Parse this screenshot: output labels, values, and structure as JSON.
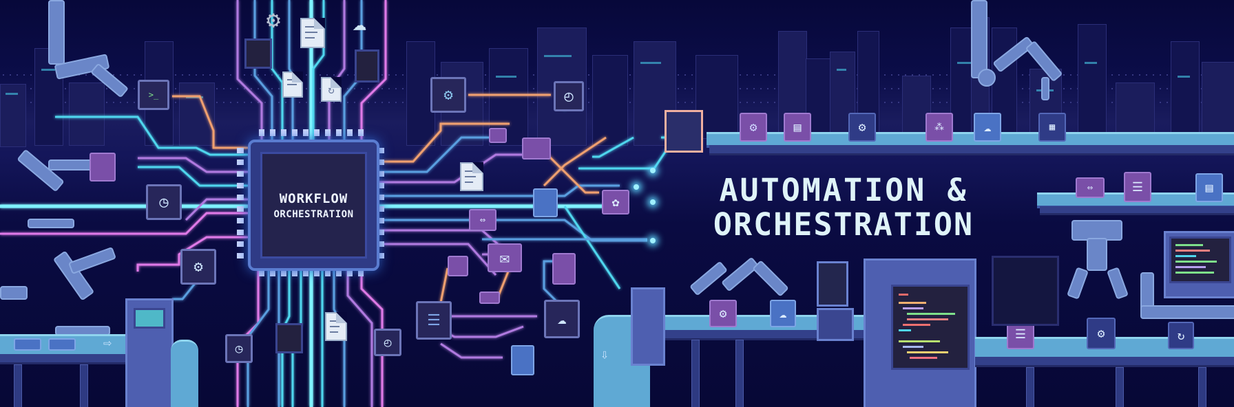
{
  "scene": {
    "title": "Automation & Orchestration pixel-art banner",
    "background_color": "#07083a",
    "palette": {
      "cyan_trace": "#4fd6ee",
      "blue_trace": "#5a9fe0",
      "purple_trace": "#b07ae0",
      "pink_trace": "#e07ae8",
      "orange_trace": "#f0a070",
      "text": "#dff3f8"
    }
  },
  "chip": {
    "line1": "WORKFLOW",
    "line2": "ORCHESTRATION"
  },
  "headline": {
    "line1": "AUTOMATION &",
    "line2": "ORCHESTRATION"
  },
  "icons": {
    "top_cluster": [
      "gear-icon",
      "document-icon",
      "cloud-icon",
      "code-window-icon",
      "document-icon",
      "sync-document-icon",
      "code-document-icon"
    ],
    "left_side": [
      "code-window-icon",
      "timer-icon",
      "gears-icon",
      "clock-icon"
    ],
    "right_network": [
      "gear-icon",
      "clock-icon",
      "folder-icon",
      "document-icon",
      "folder-icon",
      "document-icon",
      "link-icon",
      "mail-icon",
      "document-icon",
      "database-icon",
      "cloud-icon",
      "document-icon",
      "printer-icon"
    ],
    "top_conveyor_boxes": [
      "gear-icon",
      "database-icon",
      "gear-icon",
      "nodes-icon",
      "cloud-icon",
      "code-icon"
    ],
    "right_conveyor_boxes": [
      "link-icon",
      "database-icon",
      "database-icon"
    ],
    "bottom_conveyor_boxes": [
      "gear-icon",
      "cloud-icon",
      "database-icon",
      "gears-icon",
      "sync-icon"
    ]
  }
}
